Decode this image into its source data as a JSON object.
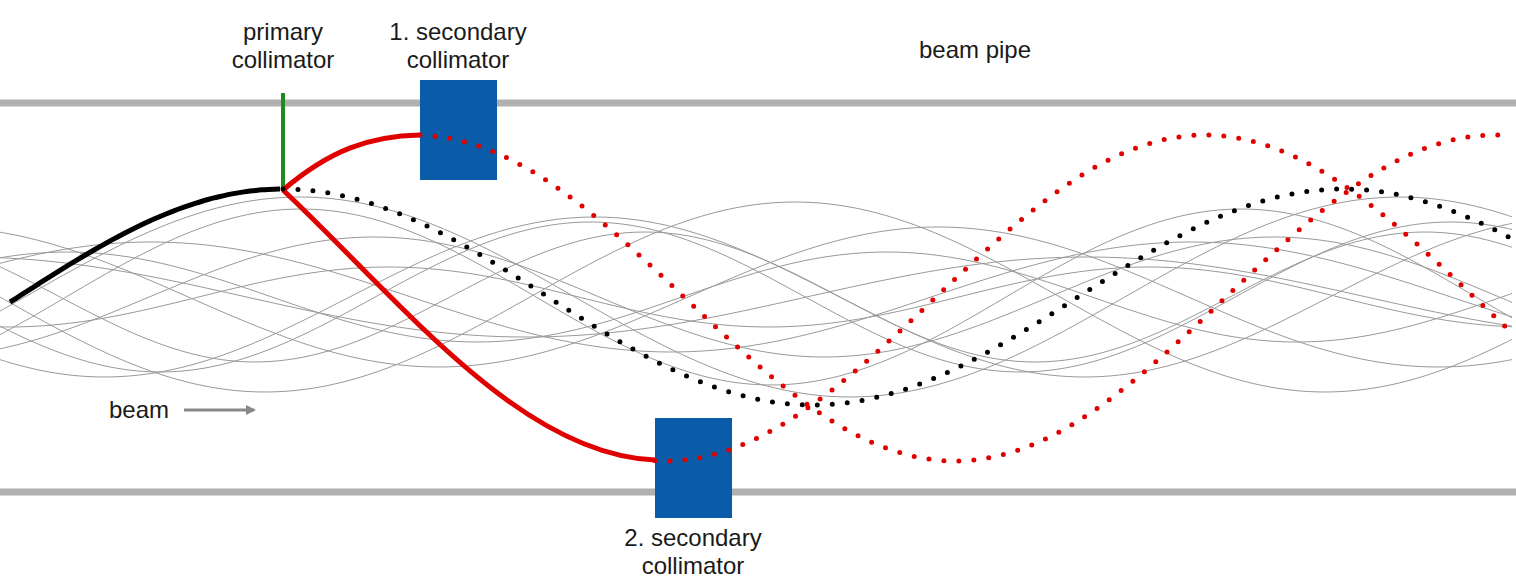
{
  "diagram": {
    "nodes": [
      {
        "text": [
          "1. secondary collimator"
        ]
      },
      {
        "text": [
          "2. secondary collimator"
        ]
      }
    ],
    "labels": [
      "primary collimator",
      "beam pipe",
      "beam"
    ]
  }
}
